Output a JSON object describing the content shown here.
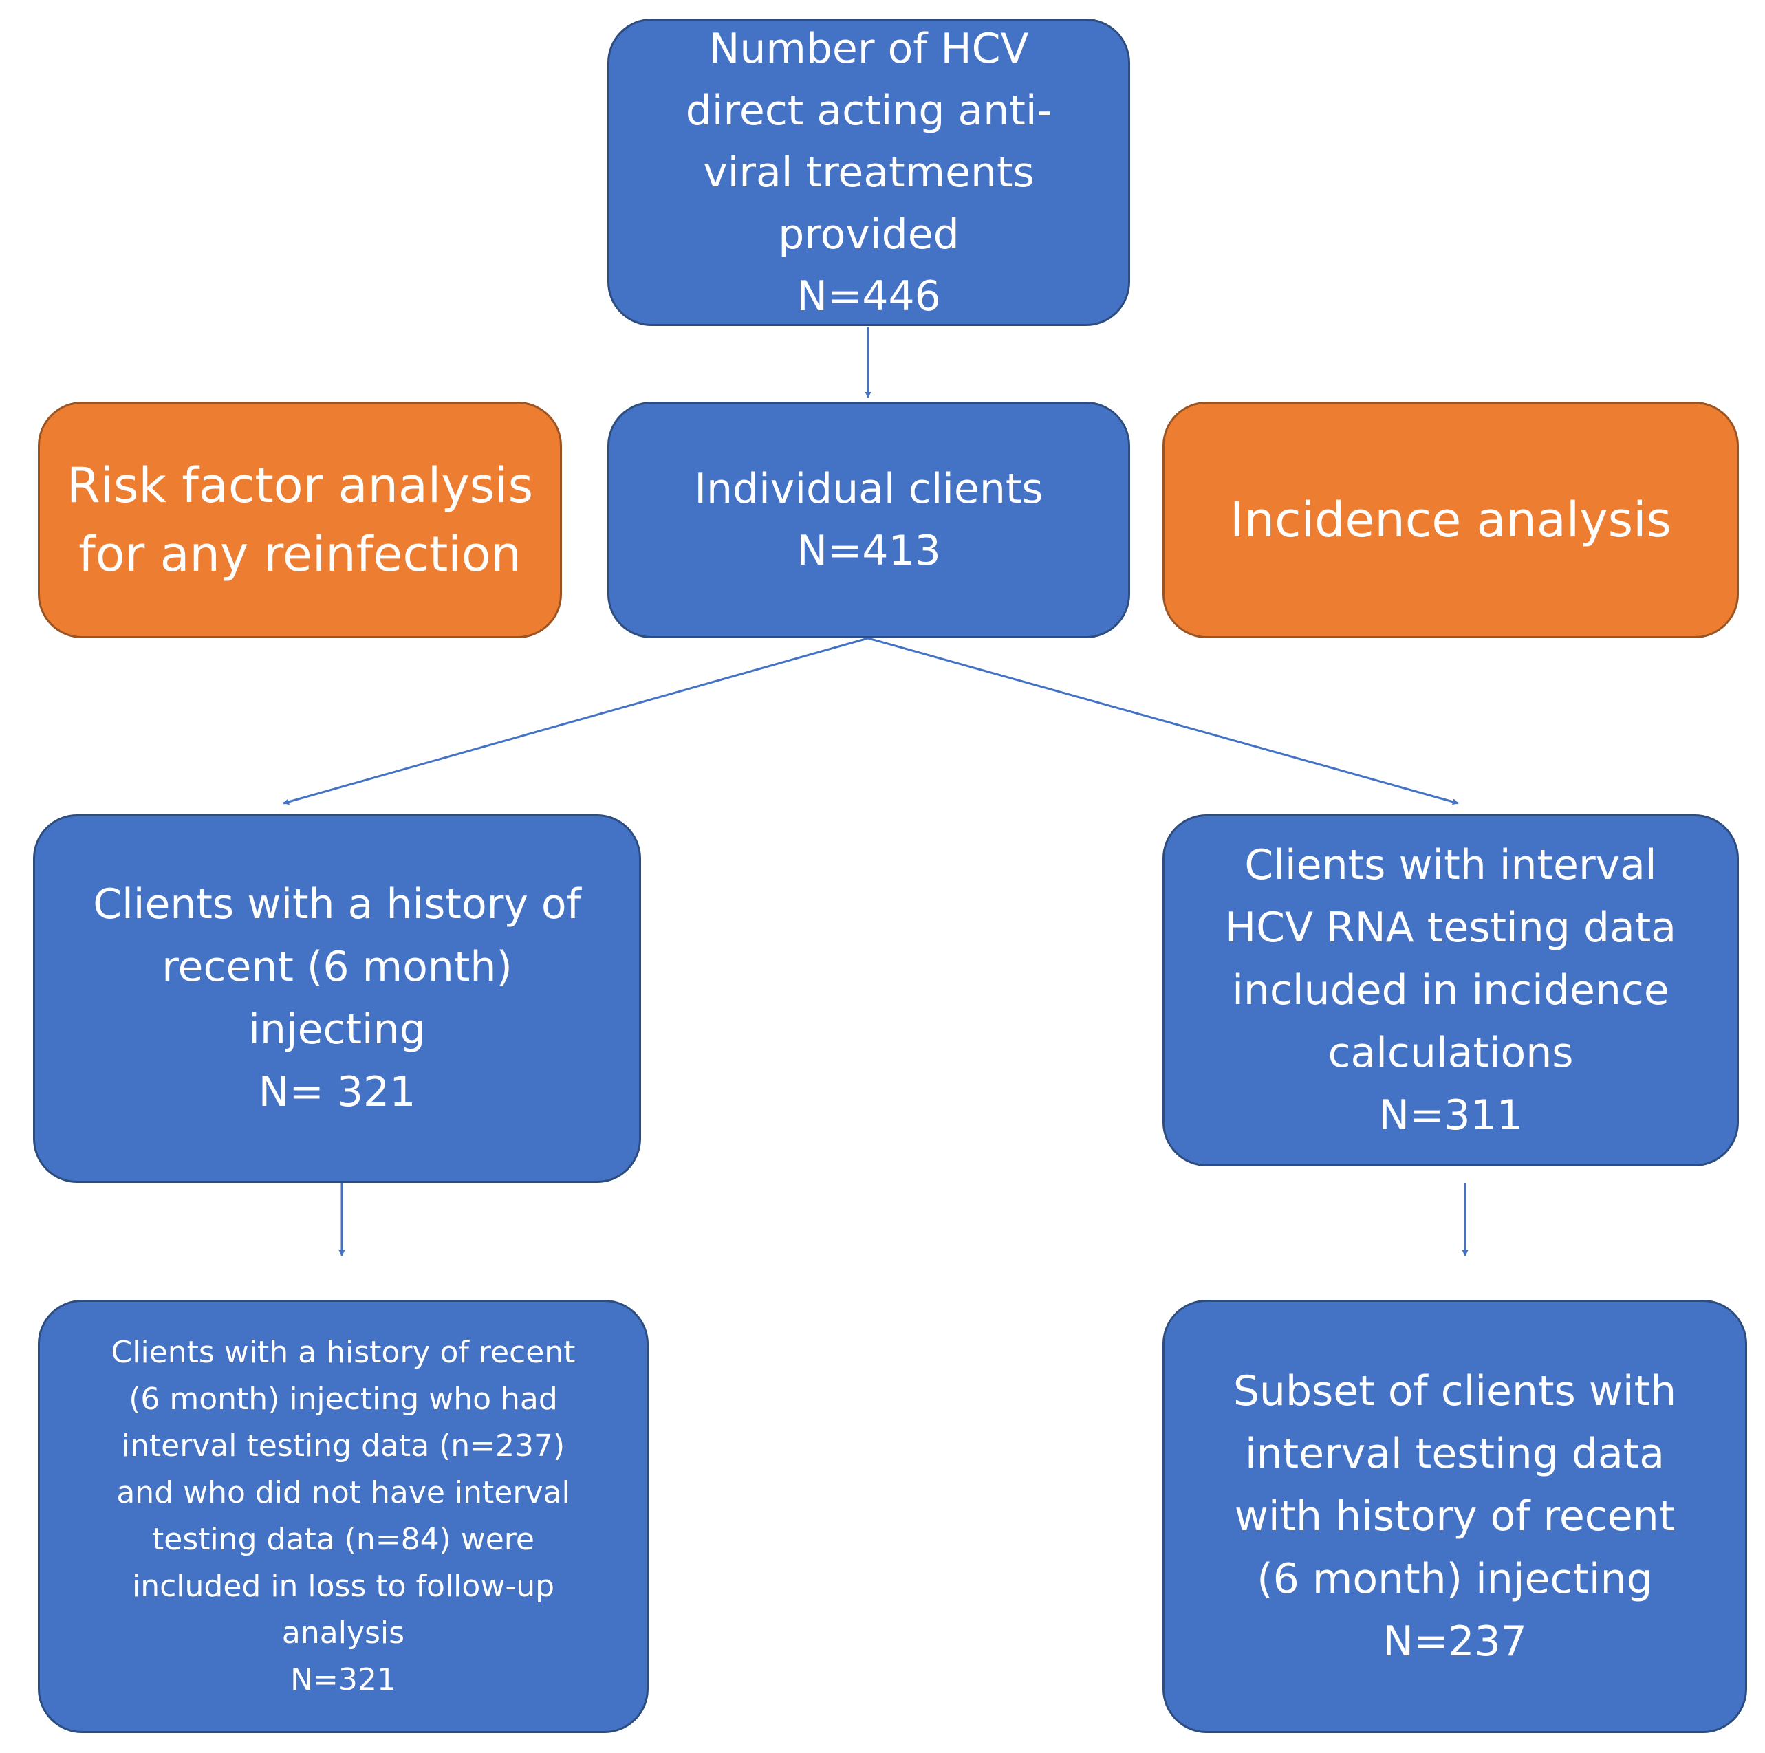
{
  "colors": {
    "box_blue": "#4472c4",
    "box_orange": "#ed7d31",
    "arrow": "#4472c4",
    "text": "#ffffff"
  },
  "boxes": {
    "treatments": [
      "Number of HCV",
      "direct acting anti-",
      "viral treatments",
      "provided",
      "N=446"
    ],
    "individual_clients": [
      "Individual clients",
      "N=413"
    ],
    "risk_factor": [
      "Risk factor analysis",
      "for any reinfection"
    ],
    "incidence": [
      "Incidence analysis"
    ],
    "recent_injecting": [
      "Clients with a history of",
      "recent (6 month)",
      "injecting",
      "N= 321"
    ],
    "interval_testing": [
      "Clients with interval",
      "HCV RNA testing data",
      "included in incidence",
      "calculations",
      "N=311"
    ],
    "loss_followup": [
      "Clients with a history of recent",
      "(6 month) injecting who had",
      "interval testing data (n=237)",
      "and who did not have interval",
      "testing data (n=84) were",
      "included in loss to follow-up",
      "analysis",
      "N=321"
    ],
    "subset_recent": [
      "Subset of clients with",
      "interval testing data",
      "with history of recent",
      "(6 month) injecting",
      "N=237"
    ]
  }
}
